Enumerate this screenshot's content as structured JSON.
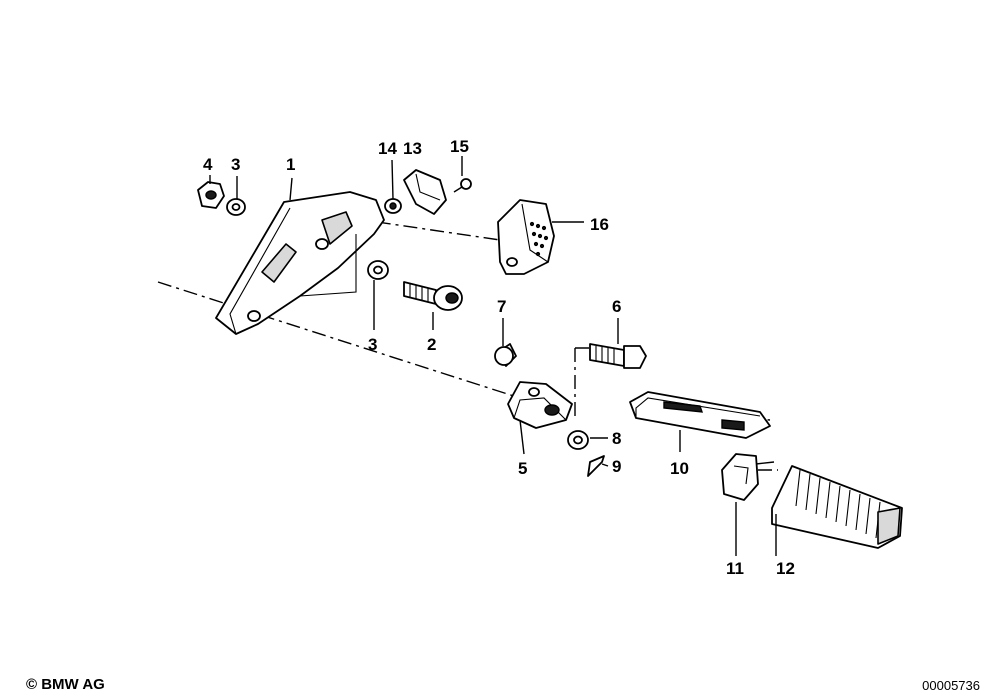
{
  "callouts": {
    "c1": "1",
    "c2": "2",
    "c3a": "3",
    "c3b": "3",
    "c4": "4",
    "c5": "5",
    "c6": "6",
    "c7": "7",
    "c8": "8",
    "c9": "9",
    "c10": "10",
    "c11": "11",
    "c12": "12",
    "c13": "13",
    "c14": "14",
    "c15": "15",
    "c16": "16"
  },
  "footer": {
    "copyright": "© BMW AG",
    "drawing_number": "00005736"
  }
}
